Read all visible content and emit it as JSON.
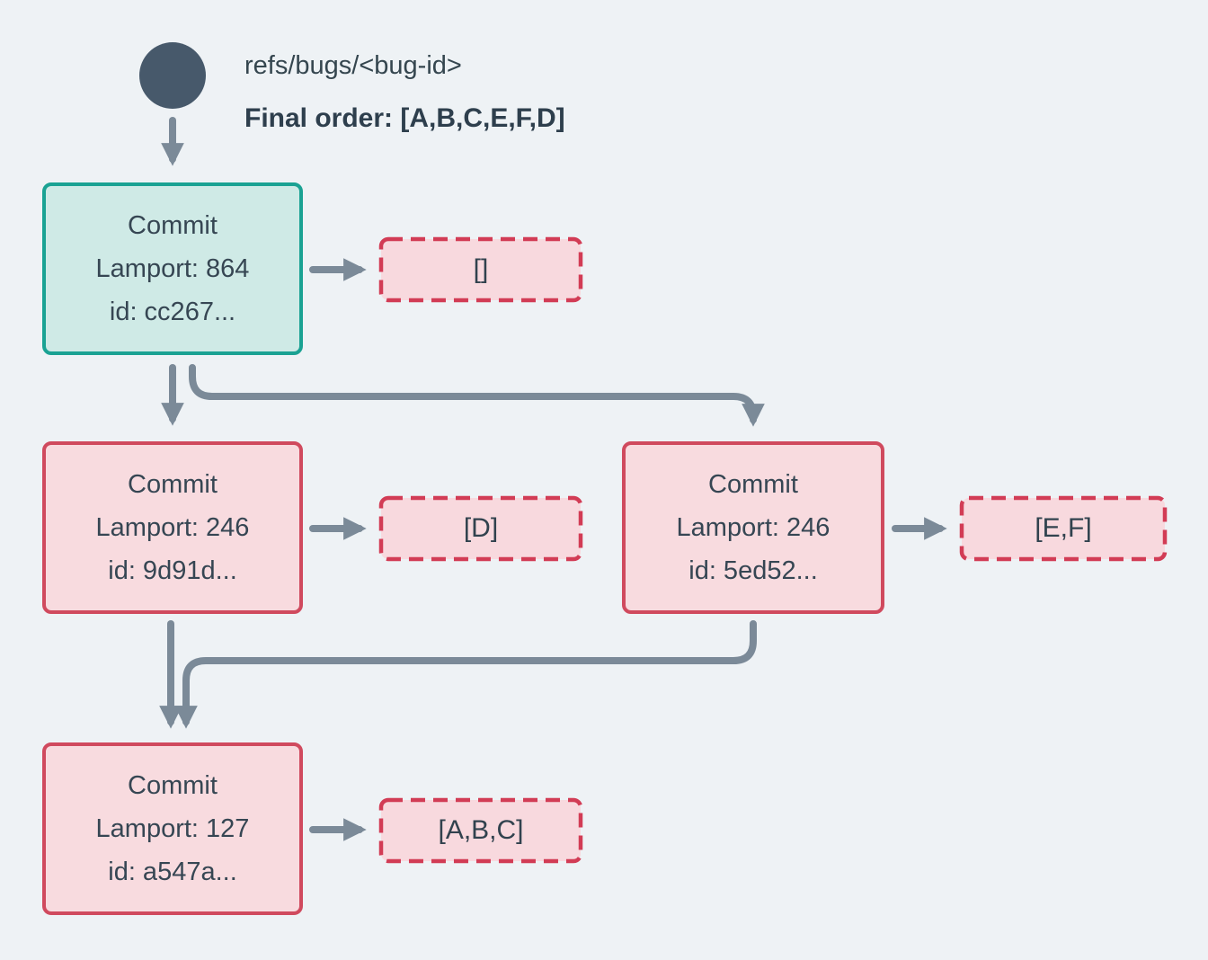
{
  "ref": {
    "label": "refs/bugs/<bug-id>",
    "final_order": "Final order: [A,B,C,E,F,D]"
  },
  "nodes": {
    "head": {
      "title": "Commit",
      "lamport": "Lamport: 864",
      "id": "id: cc267...",
      "ops": "[]"
    },
    "branch_d": {
      "title": "Commit",
      "lamport": "Lamport: 246",
      "id": "id: 9d91d...",
      "ops": "[D]"
    },
    "branch_ef": {
      "title": "Commit",
      "lamport": "Lamport: 246",
      "id": "id: 5ed52...",
      "ops": "[E,F]"
    },
    "base": {
      "title": "Commit",
      "lamport": "Lamport: 127",
      "id": "id: a547a...",
      "ops": "[A,B,C]"
    }
  },
  "colors": {
    "background": "#eef2f5",
    "ref_circle": "#47596b",
    "arrow": "#7b8a98",
    "node_text": "#364653",
    "head_border": "#1aa293",
    "head_fill": "#cfeae6",
    "commit_border": "#d04a5e",
    "commit_fill": "#f8dbdf",
    "ops_border": "#d23c55",
    "ops_fill": "#f8d9de"
  }
}
